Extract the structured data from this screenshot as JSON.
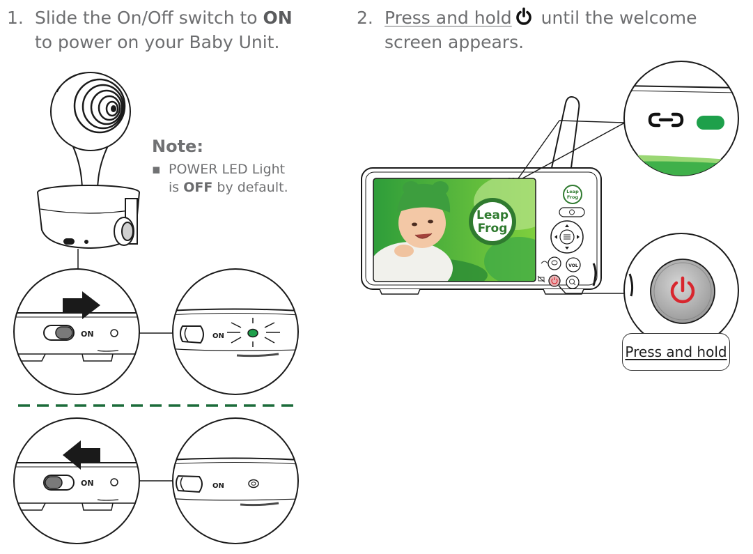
{
  "step1": {
    "number": "1.",
    "text_a": "Slide the On/Off switch to ",
    "text_bold": "ON",
    "text_b": "to power on your Baby Unit."
  },
  "step2": {
    "number": "2.",
    "text_link": "Press and hold",
    "text_a": " until the welcome",
    "text_b": "screen appears."
  },
  "note": {
    "title": "Note:",
    "bullet": "▪",
    "line1": "POWER LED Light",
    "line2_a": "is ",
    "line2_bold": "OFF",
    "line2_b": " by default."
  },
  "switch_labels": {
    "on_top_left": "ON",
    "on_top_right": "ON",
    "on_bottom_left": "ON",
    "on_bottom_right": "ON"
  },
  "parent_unit": {
    "brand_line1": "Leap",
    "brand_line2": "Frog",
    "screen_brand_line1": "Leap",
    "screen_brand_line2": "Frog",
    "vol_label": "VOL"
  },
  "callout": {
    "press_label": "Press and hold"
  },
  "colors": {
    "text_gray": "#6d6e70",
    "led_green": "#1ea04b",
    "divider_green": "#1b6b3a",
    "power_red": "#d8262e",
    "arrow_black": "#1a1a1a"
  }
}
